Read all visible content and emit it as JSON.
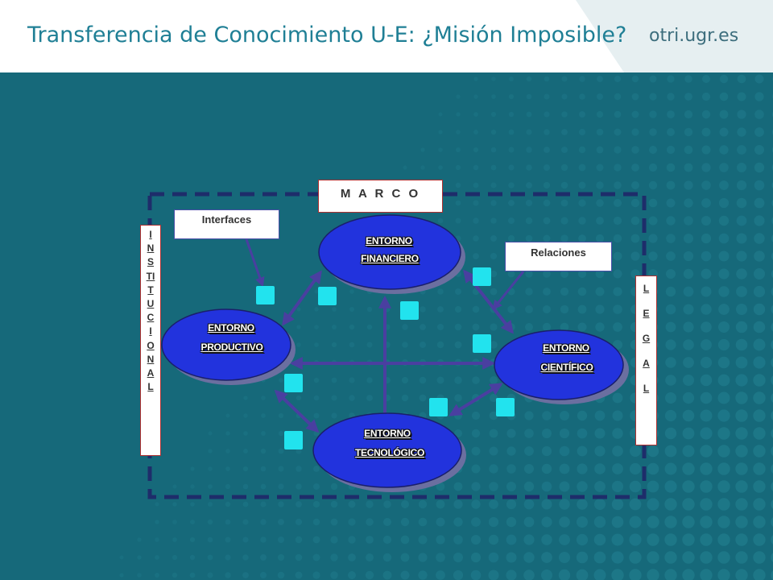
{
  "header": {
    "title": "Transferencia de Conocimiento U-E: ¿Misión Imposible?",
    "site": "otri.ugr.es"
  },
  "diagram": {
    "frame_label": "M A R C O",
    "interfaces_label": "Interfaces",
    "relaciones_label": "Relaciones",
    "institucional_letters": [
      "I",
      "N",
      "S",
      "TI",
      "T",
      "U",
      "C",
      "I",
      "O",
      "N",
      "A",
      "L"
    ],
    "legal_letters": [
      "L",
      "E",
      "G",
      "A",
      "L"
    ],
    "nodes": {
      "financiero": {
        "line1": "ENTORNO",
        "line2": "FINANCIERO"
      },
      "productivo": {
        "line1": "ENTORNO",
        "line2": "PRODUCTIVO"
      },
      "cientifico": {
        "line1": "ENTORNO",
        "line2": "CIENTÍFICO"
      },
      "tecnologico": {
        "line1": "ENTORNO",
        "line2": "TECNOLÓGICO"
      }
    }
  },
  "colors": {
    "background": "#16697a",
    "title": "#1f7f95",
    "frame_dash": "#1e2d6a",
    "ellipse": "#2233dd",
    "arrow": "#4a3fa0",
    "square": "#22e3ee"
  }
}
